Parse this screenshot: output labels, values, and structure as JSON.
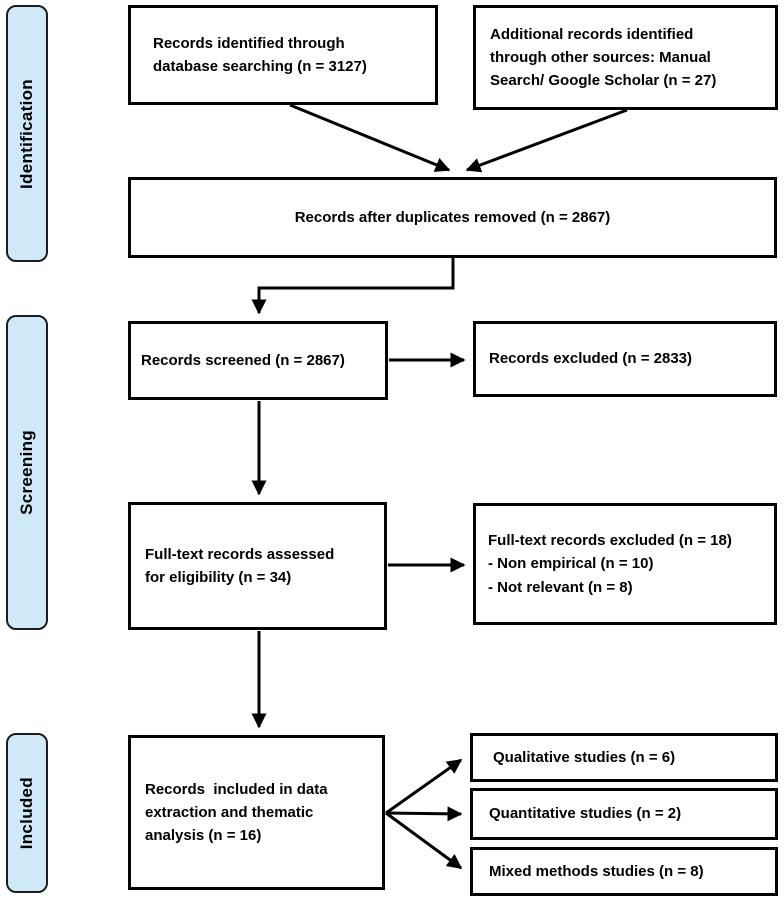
{
  "colors": {
    "sidebar_fill": "#cfe9f8",
    "border": "#000000",
    "arrow": "#000000"
  },
  "sidebar": {
    "identification": "Identification",
    "screening": "Screening",
    "included": "Included"
  },
  "boxes": {
    "identified_db": {
      "line1": "Records identified through",
      "line2": "database searching (n = 3127)"
    },
    "identified_other": {
      "line1": "Additional records identified",
      "line2": "through other sources: Manual",
      "line3": "Search/ Google Scholar (n = 27)"
    },
    "duplicates_removed": {
      "text": "Records after duplicates removed (n = 2867)"
    },
    "screened": {
      "text": "Records screened (n = 2867)"
    },
    "records_excluded": {
      "text": "Records excluded (n = 2833)"
    },
    "fulltext_assessed": {
      "line1": "Full-text records assessed",
      "line2": "for eligibility (n = 34)"
    },
    "fulltext_excluded": {
      "line1": "Full-text records excluded (n = 18)",
      "line2": "- Non empirical (n = 10)",
      "line3": "- Not relevant (n = 8)"
    },
    "included_analysis": {
      "line1": "Records  included in data",
      "line2": "extraction and thematic",
      "line3": "analysis (n = 16)"
    },
    "qualitative": {
      "text": "Qualitative studies (n = 6)"
    },
    "quantitative": {
      "text": "Quantitative studies (n = 2)"
    },
    "mixed_methods": {
      "text": "Mixed methods studies (n = 8)"
    }
  }
}
